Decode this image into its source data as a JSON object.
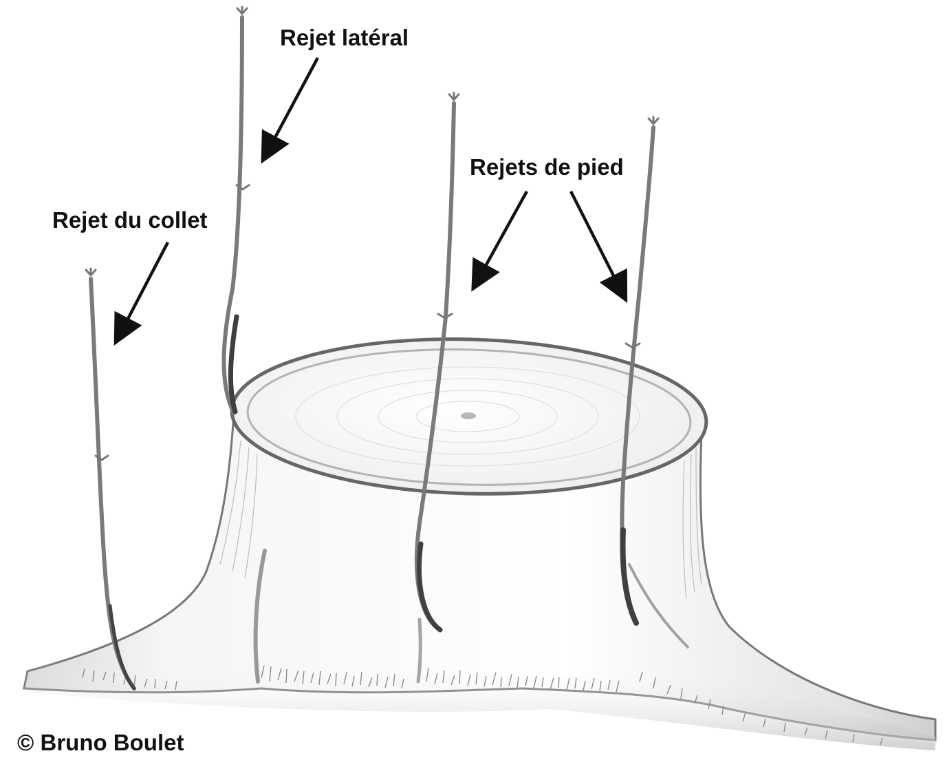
{
  "labels": {
    "lateral": "Rejet latéral",
    "collet": "Rejet du collet",
    "pied": "Rejets de pied"
  },
  "copyright": "© Bruno Boulet",
  "colors": {
    "pencil": "#6e6e6e",
    "pencil_dark": "#3a3a3a",
    "arrow": "#111111",
    "paper": "#ffffff"
  }
}
